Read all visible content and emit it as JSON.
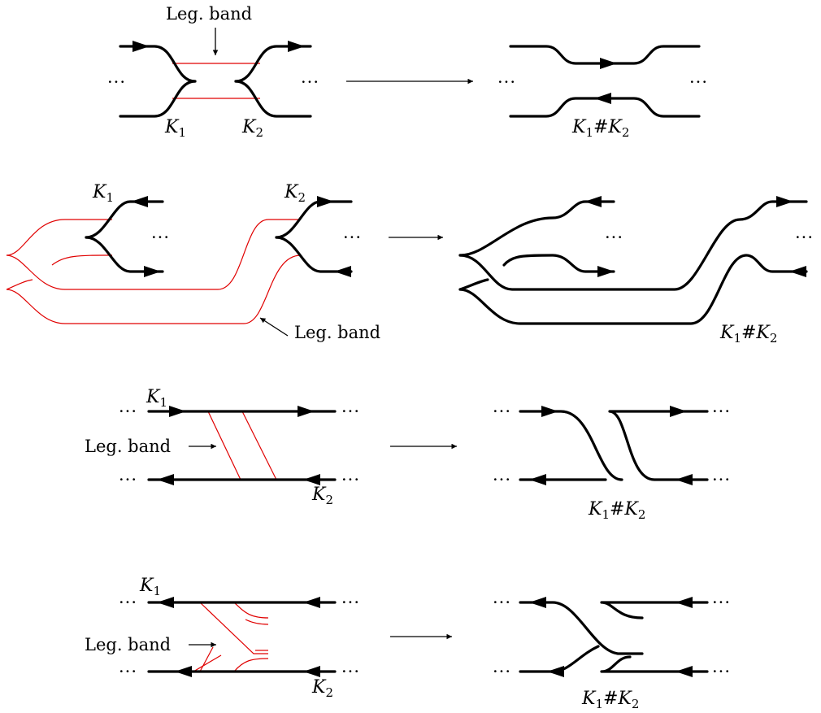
{
  "colors": {
    "knot": "#000000",
    "band": "#e00000"
  },
  "labels": {
    "leg_band": "Leg. band",
    "k1_base": "K",
    "k1_sub": "1",
    "k2_base": "K",
    "k2_sub": "2",
    "sum_base_1": "K",
    "sum_sub_1": "1",
    "sum_hash": "#",
    "sum_base_2": "K",
    "sum_sub_2": "2",
    "ellipsis": "···"
  }
}
